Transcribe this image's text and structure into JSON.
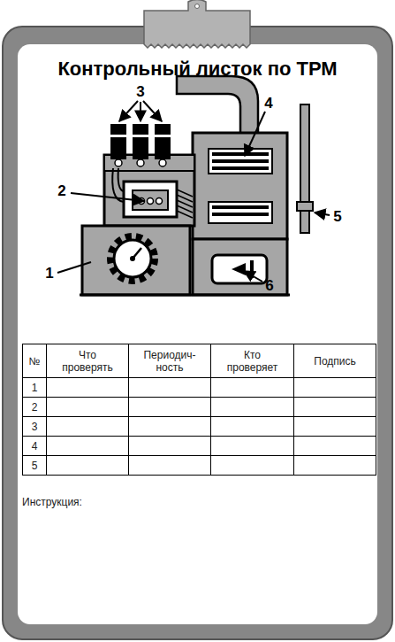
{
  "diagram": {
    "title": "Контрольный листок по ТРМ",
    "labels": [
      "3",
      "4",
      "2",
      "5",
      "1",
      "6",
      "№",
      "Что проверять",
      "Периодич- ность",
      "Кто проверяет",
      "Подпись",
      "1",
      "2",
      "3",
      "4",
      "5",
      "Инструкция:"
    ]
  }
}
